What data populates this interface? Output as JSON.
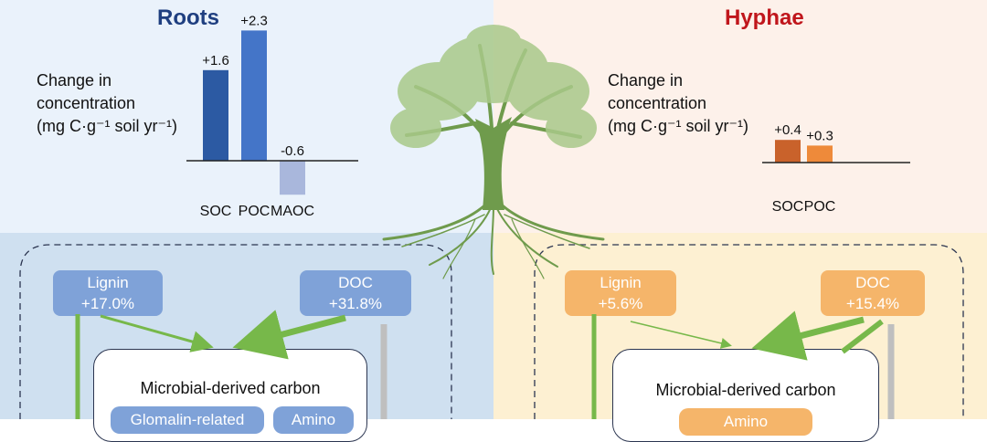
{
  "panels": {
    "roots": {
      "title": "Roots",
      "axis_label": [
        "Change in",
        "concentration",
        "(mg C·g⁻¹ soil yr⁻¹)"
      ],
      "bars": [
        {
          "label": "SOC",
          "value": 1.6,
          "value_text": "+1.6",
          "color": "#2c5aa3"
        },
        {
          "label": "POC",
          "value": 2.3,
          "value_text": "+2.3",
          "color": "#4475c8"
        },
        {
          "label": "MAOC",
          "value": -0.6,
          "value_text": "-0.6",
          "color": "#a9b7dc"
        }
      ],
      "lignin": {
        "name": "Lignin",
        "change": "+17.0%"
      },
      "doc": {
        "name": "DOC",
        "change": "+31.8%"
      },
      "microbial": {
        "title": "Microbial-derived carbon",
        "pills": [
          "Glomalin-related",
          "Amino"
        ]
      }
    },
    "hyphae": {
      "title": "Hyphae",
      "axis_label": [
        "Change in",
        "concentration",
        "(mg C·g⁻¹ soil yr⁻¹)"
      ],
      "bars": [
        {
          "label": "SOC",
          "value": 0.4,
          "value_text": "+0.4",
          "color": "#c9622b"
        },
        {
          "label": "POC",
          "value": 0.3,
          "value_text": "+0.3",
          "color": "#ee8a3a"
        }
      ],
      "lignin": {
        "name": "Lignin",
        "change": "+5.6%"
      },
      "doc": {
        "name": "DOC",
        "change": "+15.4%"
      },
      "microbial": {
        "title": "Microbial-derived carbon",
        "pills": [
          "Amino"
        ]
      }
    }
  },
  "colors": {
    "roots_top_bg": "#eaf2fb",
    "roots_bottom_bg": "#cfe0f0",
    "hyphae_top_bg": "#fdf1ea",
    "hyphae_bottom_bg": "#fdf0d2",
    "roots_title": "#1f3f80",
    "hyphae_title": "#c0161c",
    "roots_box": "#7fa2d8",
    "hyphae_box": "#f5b56a",
    "arrow_green": "#77b84a",
    "arrow_gray": "#bfbfbf",
    "tree_leaf": "#a9c98a",
    "tree_trunk": "#6f9b4c"
  },
  "chart_data": [
    {
      "type": "bar",
      "title": "Roots",
      "categories": [
        "SOC",
        "POC",
        "MAOC"
      ],
      "values": [
        1.6,
        2.3,
        -0.6
      ],
      "ylabel": "Change in concentration (mg C·g⁻¹ soil yr⁻¹)"
    },
    {
      "type": "bar",
      "title": "Hyphae",
      "categories": [
        "SOC",
        "POC"
      ],
      "values": [
        0.4,
        0.3
      ],
      "ylabel": "Change in concentration (mg C·g⁻¹ soil yr⁻¹)"
    }
  ]
}
